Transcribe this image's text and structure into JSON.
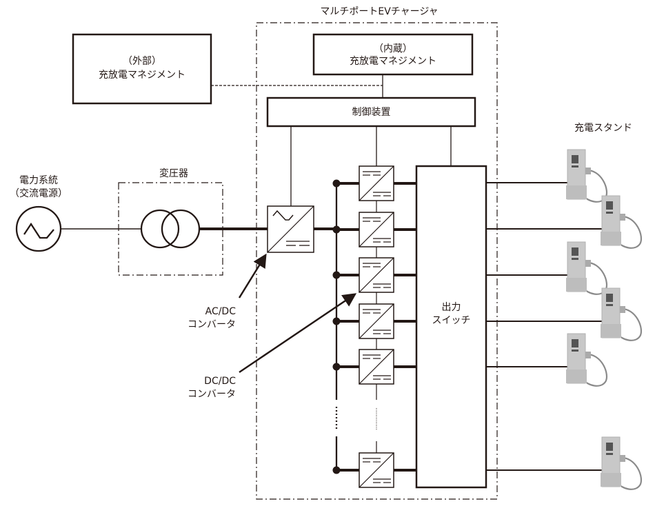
{
  "diagram": {
    "title": "マルチポートEVチャージャ",
    "external_management": {
      "line1": "（外部）",
      "line2": "充放電マネジメント"
    },
    "internal_management": {
      "line1": "（内蔵）",
      "line2": "充放電マネジメント"
    },
    "controller": "制御装置",
    "grid": {
      "line1": "電力系統",
      "line2": "（交流電源）"
    },
    "transformer": "変圧器",
    "acdc_label": {
      "line1": "AC/DC",
      "line2": "コンバータ"
    },
    "dcdc_label": {
      "line1": "DC/DC",
      "line2": "コンバータ"
    },
    "output_switch": {
      "line1": "出力",
      "line2": "スイッチ"
    },
    "stations_label": "充電スタンド",
    "dcdc_count_visible": 6,
    "station_count_visible": 6,
    "colors": {
      "line": "#231815",
      "station": "#c8c8c8"
    }
  }
}
